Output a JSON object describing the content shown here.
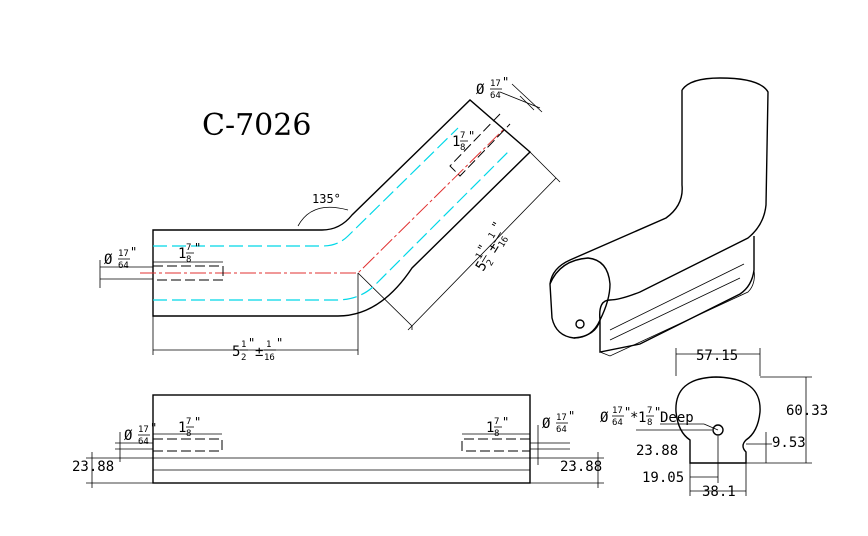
{
  "title": "C-7026",
  "colors": {
    "outline": "#000000",
    "guide": "#00d8e8",
    "centerline": "#e03030"
  },
  "top_view": {
    "angle": "135°",
    "length_label": "5½\" ± 1/16\"",
    "length_main": "5",
    "length_frac_num": "1",
    "length_frac_den": "2",
    "tol_sign": "±",
    "tol_num": "1",
    "tol_den": "16",
    "hole_dia_prefix": "Ø",
    "hole_dia_num": "17",
    "hole_dia_den": "64",
    "hole_depth_main": "1",
    "hole_depth_num": "7",
    "hole_depth_den": "8",
    "inch": "\""
  },
  "side_view": {
    "left_height": "23.88",
    "right_height": "23.88"
  },
  "profile": {
    "width_top": "57.15",
    "height": "60.33",
    "step_height": "9.53",
    "hole_height": "23.88",
    "hole_offset": "19.05",
    "base_width": "38.1",
    "hole_note_suffix": "Deep",
    "hole_note_mid": "*"
  }
}
